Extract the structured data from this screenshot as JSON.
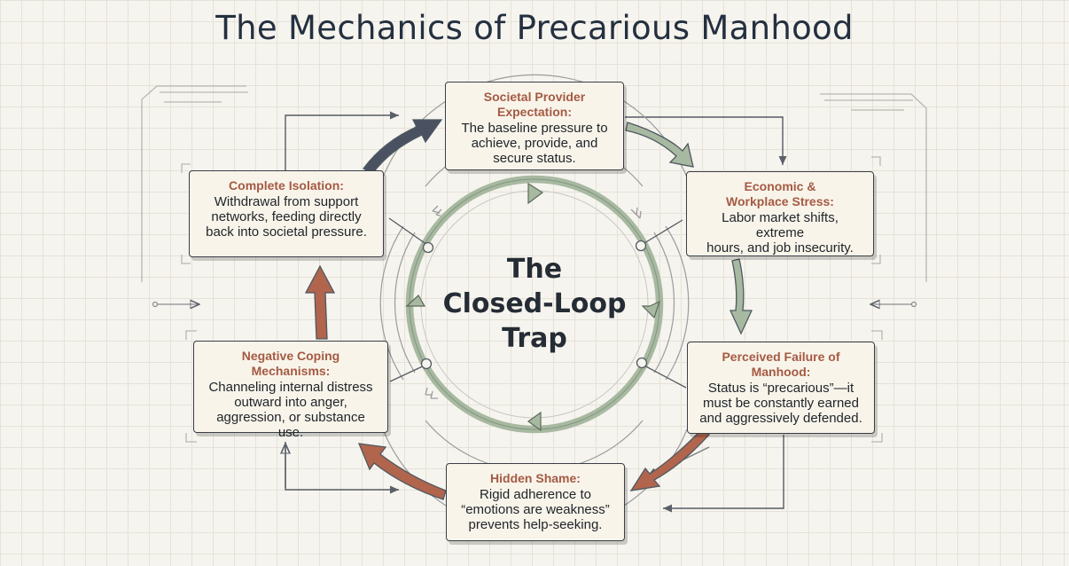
{
  "title": "The Mechanics of Precarious Manhood",
  "center": {
    "line1": "The",
    "line2": "Closed-Loop",
    "line3": "Trap"
  },
  "nodes": [
    {
      "id": "societal",
      "title_lines": [
        "Societal Provider",
        "Expectation:"
      ],
      "body_lines": [
        "The baseline pressure to",
        "achieve, provide, and",
        "secure status."
      ]
    },
    {
      "id": "economic",
      "title_lines": [
        "Economic &",
        "Workplace Stress:"
      ],
      "body_lines": [
        "Labor market shifts, extreme",
        "hours, and job insecurity."
      ]
    },
    {
      "id": "failure",
      "title_lines": [
        "Perceived Failure of",
        "Manhood:"
      ],
      "body_lines": [
        "Status is “precarious”—it",
        "must be constantly earned",
        "and aggressively defended."
      ]
    },
    {
      "id": "shame",
      "title_lines": [
        "Hidden Shame:"
      ],
      "body_lines": [
        "Rigid adherence to",
        "“emotions are weakness”",
        "prevents help-seeking."
      ]
    },
    {
      "id": "coping",
      "title_lines": [
        "Negative Coping",
        "Mechanisms:"
      ],
      "body_lines": [
        "Channeling internal distress",
        "outward into anger,",
        "aggression, or substance use."
      ]
    },
    {
      "id": "isolation",
      "title_lines": [
        "Complete Isolation:"
      ],
      "body_lines": [
        "Withdrawal from support",
        "networks, feeding directly",
        "back into societal pressure."
      ]
    }
  ],
  "colors": {
    "title": "#243040",
    "node_title": "#a55a43",
    "stage_arrow_green": "#a7b9a1",
    "stage_arrow_red": "#b0654c",
    "stage_arrow_dark": "#4a5262",
    "ring": "#9fb49a",
    "line": "#555b63"
  }
}
